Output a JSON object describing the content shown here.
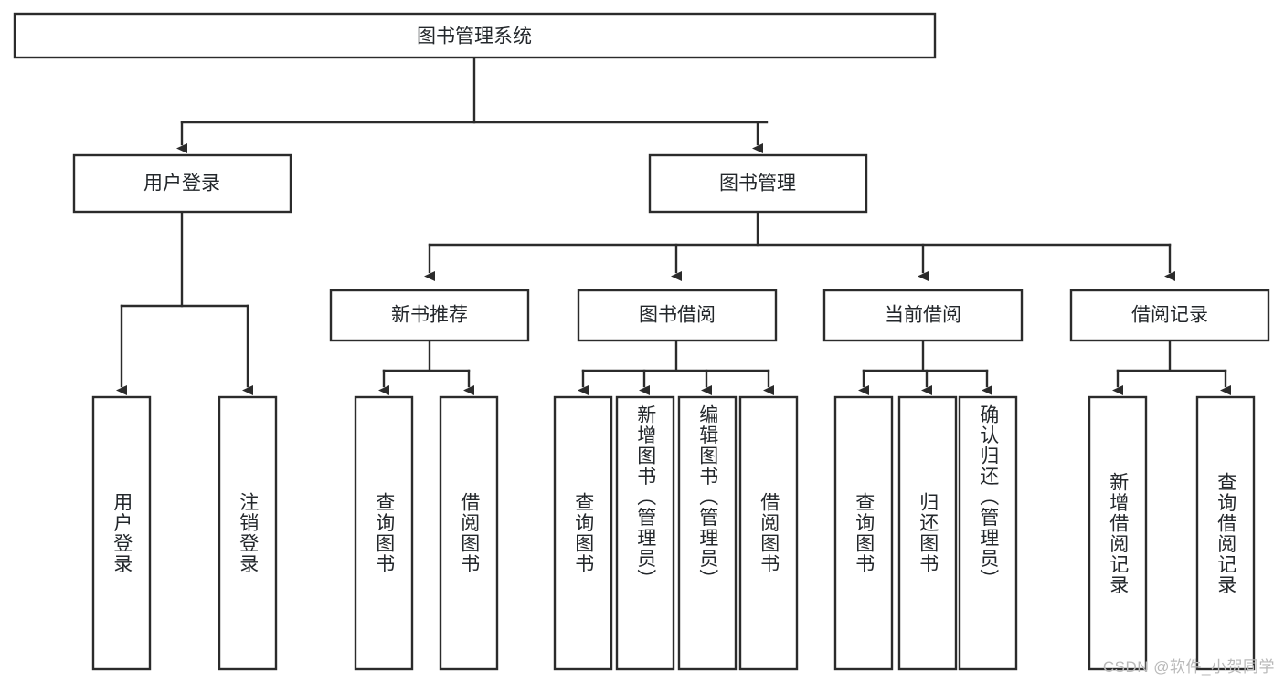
{
  "diagram": {
    "title_box": {
      "label": "图书管理系统"
    },
    "level2": [
      {
        "id": "user-login",
        "label": "用户登录"
      },
      {
        "id": "book-manage",
        "label": "图书管理"
      }
    ],
    "level3": [
      {
        "id": "new-book-recommend",
        "label": "新书推荐"
      },
      {
        "id": "book-borrow",
        "label": "图书借阅"
      },
      {
        "id": "current-borrow",
        "label": "当前借阅"
      },
      {
        "id": "borrow-record",
        "label": "借阅记录"
      }
    ],
    "leaves": {
      "user_login": [
        {
          "id": "leaf-user-login",
          "label": "用户登录"
        },
        {
          "id": "leaf-logout-login",
          "label": "注销登录"
        }
      ],
      "new_book_recommend": [
        {
          "id": "leaf-query-book-1",
          "label": "查询图书"
        },
        {
          "id": "leaf-borrow-book-1",
          "label": "借阅图书"
        }
      ],
      "book_borrow": [
        {
          "id": "leaf-query-book-2",
          "label": "查询图书"
        },
        {
          "id": "leaf-add-book",
          "label": "新增图书（管理员）"
        },
        {
          "id": "leaf-edit-book",
          "label": "编辑图书（管理员）"
        },
        {
          "id": "leaf-borrow-book-2",
          "label": "借阅图书"
        }
      ],
      "current_borrow": [
        {
          "id": "leaf-query-book-3",
          "label": "查询图书"
        },
        {
          "id": "leaf-return-book",
          "label": "归还图书"
        },
        {
          "id": "leaf-confirm-return",
          "label": "确认归还（管理员）"
        }
      ],
      "borrow_record": [
        {
          "id": "leaf-add-record",
          "label": "新增借阅记录"
        },
        {
          "id": "leaf-query-record",
          "label": "查询借阅记录"
        }
      ]
    }
  },
  "watermark": {
    "text": "CSDN @软件_小贺同学"
  },
  "colors": {
    "stroke": "#2b2b2b",
    "box_fill": "#ffffff",
    "text": "#23272b",
    "watermark": "#b9b9b9",
    "background": "#ffffff"
  }
}
